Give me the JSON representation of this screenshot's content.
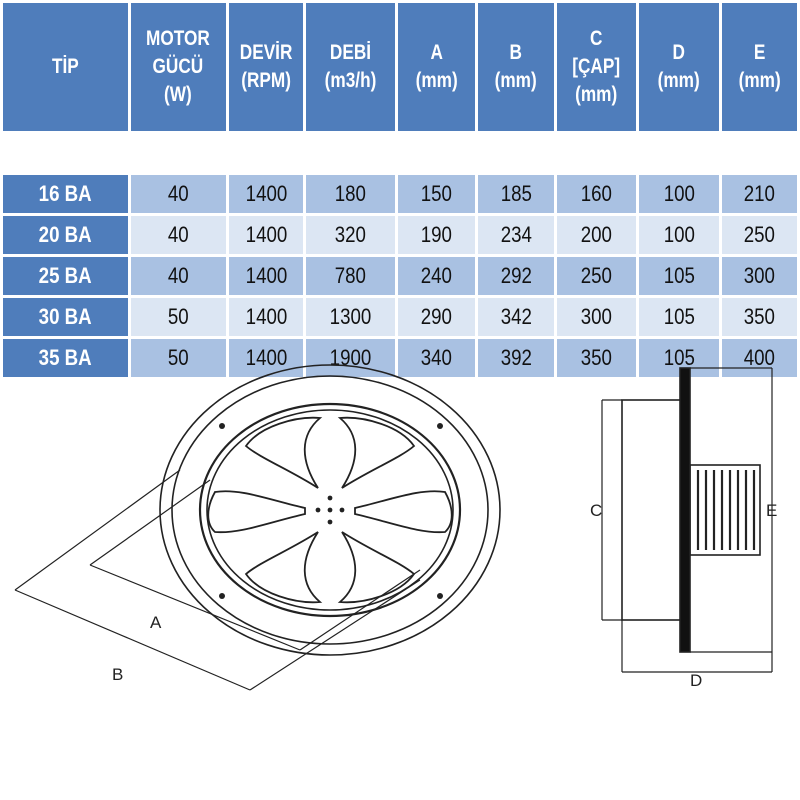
{
  "table": {
    "headers": [
      "TİP",
      "MOTOR\nGÜCÜ\n(W)",
      "DEVİR\n(RPM)",
      "DEBİ\n(m3/h)",
      "A\n(mm)",
      "B\n(mm)",
      "C\n[ÇAP]\n(mm)",
      "D\n(mm)",
      "E\n(mm)"
    ],
    "rows": [
      [
        "16 BA",
        "40",
        "1400",
        "180",
        "150",
        "185",
        "160",
        "100",
        "210"
      ],
      [
        "20 BA",
        "40",
        "1400",
        "320",
        "190",
        "234",
        "200",
        "100",
        "250"
      ],
      [
        "25 BA",
        "40",
        "1400",
        "780",
        "240",
        "292",
        "250",
        "105",
        "300"
      ],
      [
        "30 BA",
        "50",
        "1400",
        "1300",
        "290",
        "342",
        "300",
        "105",
        "350"
      ],
      [
        "35 BA",
        "50",
        "1400",
        "1900",
        "340",
        "392",
        "350",
        "105",
        "400"
      ]
    ]
  },
  "drawing": {
    "front_labels": {
      "a": "A",
      "b": "B"
    },
    "side_labels": {
      "c": "C",
      "d": "D",
      "e": "E"
    }
  }
}
